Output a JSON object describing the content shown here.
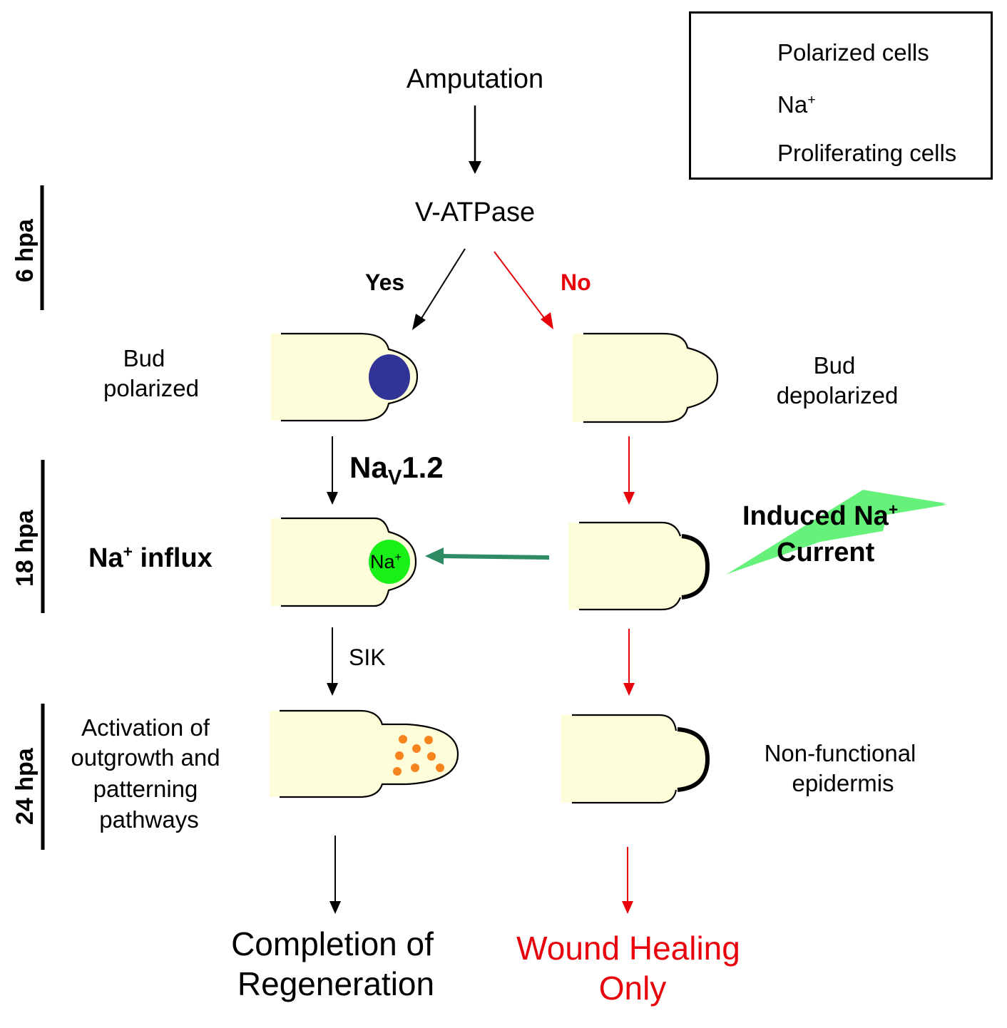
{
  "colors": {
    "cell_fill": "#fdfdd9",
    "polarized": "#313397",
    "sodium": "#18f018",
    "proliferating": "#f5841f",
    "arrow_black": "#000000",
    "arrow_red": "#e8000b",
    "arrow_green": "#2e8b63",
    "current_bolt": "#66f27a"
  },
  "legend": {
    "items": [
      {
        "icon": "blue-circle-icon",
        "label": "Polarized cells"
      },
      {
        "icon": "green-circle-icon",
        "label": "Na",
        "sup": "+"
      },
      {
        "icon": "orange-dots-icon",
        "label": "Proliferating cells"
      }
    ]
  },
  "timeline": [
    {
      "label": "6 hpa"
    },
    {
      "label": "18 hpa"
    },
    {
      "label": "24 hpa"
    }
  ],
  "flow": {
    "start": "Amputation",
    "decision": "V-ATPase",
    "yes_label": "Yes",
    "no_label": "No",
    "left": {
      "stage1_label_line1": "Bud",
      "stage1_label_line2": "polarized",
      "step1_label_main": "Na",
      "step1_label_sub": "V",
      "step1_label_tail": "1.2",
      "stage2_label_main": "Na",
      "stage2_label_sup": "+",
      "stage2_label_tail": " influx",
      "stage2_inner_main": "Na",
      "stage2_inner_sup": "+",
      "step2_label": "SIK",
      "stage3_label_lines": [
        "Activation of",
        "outgrowth and",
        "patterning",
        "pathways"
      ],
      "outcome_lines": [
        "Completion of",
        "Regeneration"
      ]
    },
    "right": {
      "stage1_label_line1": "Bud",
      "stage1_label_line2": "depolarized",
      "current_label_line1_main": "Induced Na",
      "current_label_line1_sup": "+",
      "current_label_line2": "Current",
      "stage3_label_line1": "Non-functional",
      "stage3_label_line2": "epidermis",
      "outcome_lines": [
        "Wound Healing",
        "Only"
      ]
    }
  }
}
